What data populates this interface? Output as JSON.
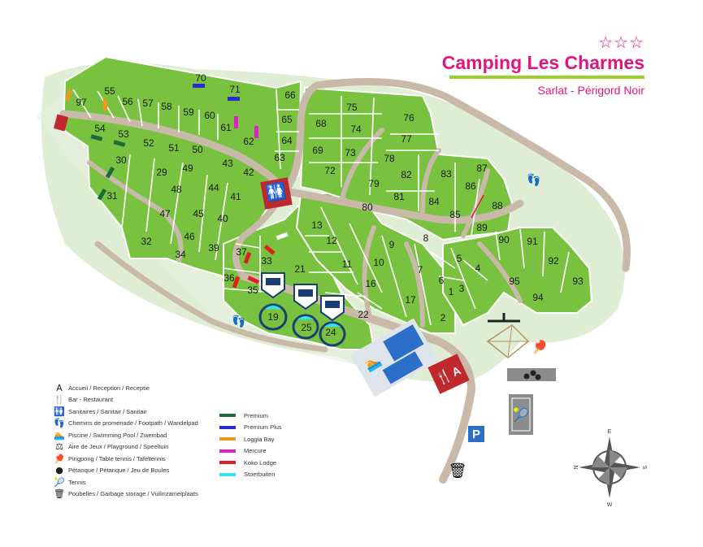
{
  "header": {
    "stars": "☆☆☆",
    "title": "Camping Les Charmes",
    "subtitle": "Sarlat - Périgord Noir"
  },
  "colors": {
    "pitch_green": "#79c23f",
    "pitch_border": "#ffffff",
    "road": "#c9b9a8",
    "background_halo": "#dcebd0",
    "title_pink": "#e0157f",
    "title_bar": "#9cd12a"
  },
  "pitches": [
    "1",
    "2",
    "3",
    "4",
    "5",
    "6",
    "7",
    "8",
    "9",
    "10",
    "11",
    "12",
    "13",
    "16",
    "17",
    "19",
    "21",
    "22",
    "24",
    "25",
    "29",
    "30",
    "31",
    "32",
    "33",
    "34",
    "35",
    "36",
    "37",
    "39",
    "40",
    "41",
    "42",
    "43",
    "44",
    "45",
    "46",
    "47",
    "48",
    "49",
    "50",
    "51",
    "52",
    "53",
    "54",
    "55",
    "56",
    "57",
    "58",
    "59",
    "60",
    "61",
    "62",
    "63",
    "64",
    "65",
    "66",
    "68",
    "69",
    "70",
    "71",
    "72",
    "73",
    "74",
    "75",
    "76",
    "77",
    "78",
    "79",
    "80",
    "81",
    "82",
    "83",
    "84",
    "85",
    "86",
    "87",
    "88",
    "89",
    "90",
    "91",
    "92",
    "93",
    "94",
    "95",
    "97"
  ],
  "legend": [
    {
      "icon": "A",
      "icon_name": "reception-icon",
      "label": "Accueil / Reception / Receptie"
    },
    {
      "icon": "🍴",
      "icon_name": "restaurant-icon",
      "label": "Bar - Restaurant"
    },
    {
      "icon": "🚻",
      "icon_name": "toilets-icon",
      "label": "Sanitaires / Sanitair / Sanitair"
    },
    {
      "icon": "👣",
      "icon_name": "footpath-icon",
      "label": "Chemins de promenade / Footpath / Wandelpad"
    },
    {
      "icon": "🏊",
      "icon_name": "swimming-pool-icon",
      "label": "Piscine / Swimming Pool / Zwembad"
    },
    {
      "icon": "⚖",
      "icon_name": "playground-icon",
      "label": "Aire de Jeux / Playground / Speeltuin"
    },
    {
      "icon": "🏓",
      "icon_name": "pingpong-icon",
      "label": "Pingpong / Table tennis / Tafeltennis"
    },
    {
      "icon": "●",
      "icon_name": "petanque-icon",
      "label": "Pétanque / Pétanque / Jeu de Boules"
    },
    {
      "icon": "🎾",
      "icon_name": "tennis-icon",
      "label": "Tennis"
    },
    {
      "icon": "🗑",
      "icon_name": "garbage-icon",
      "label": "Poubelles / Garbage storage / Vuilinzamelplaats"
    }
  ],
  "categories": [
    {
      "label": "Premium",
      "color": "#1e6b3a"
    },
    {
      "label": "Premium Plus",
      "color": "#2b2bd6"
    },
    {
      "label": "Loggia Bay",
      "color": "#f0961e"
    },
    {
      "label": "Mercure",
      "color": "#e020c8"
    },
    {
      "label": "Koko Lodge",
      "color": "#e02020"
    },
    {
      "label": "Stoerbuiten",
      "color": "#35e3ee"
    }
  ],
  "facilities": {
    "reception_letter": "A",
    "parking_letter": "P",
    "compass": {
      "n": "N",
      "e": "E",
      "s": "S",
      "w": "W"
    }
  }
}
